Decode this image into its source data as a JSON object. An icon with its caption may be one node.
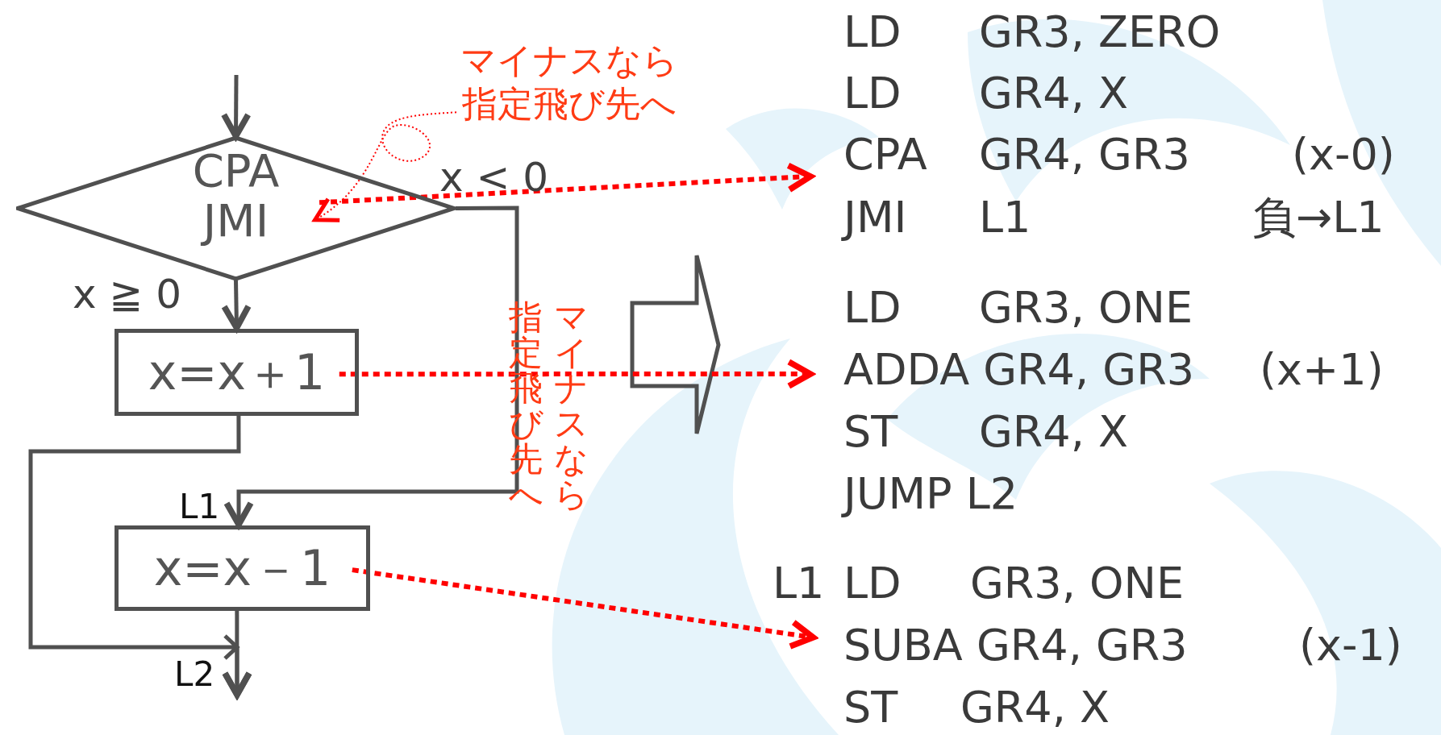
{
  "diagram": {
    "nodes": [
      {
        "text": [
          "マイナスなら指定飛び先へ"
        ]
      },
      {
        "text": [
          "CPA JMI"
        ]
      },
      {
        "text": [
          "x=x＋1"
        ]
      },
      {
        "text": [
          "x=x－1"
        ]
      },
      {
        "text": [
          "LD GR3, ZERO",
          "LD GR4, X",
          "CPA GR4, GR3",
          "(x-0)",
          "JMI L1",
          "負→L1"
        ]
      },
      {
        "text": [
          "LD GR3, ONE",
          "ADDA GR4, GR3",
          "(x+1)",
          "ST GR4, X",
          "JUMP L2"
        ]
      },
      {
        "text": [
          "L1 LD GR3, ONE",
          "SUBA GR4, GR3",
          "(x-1)",
          "ST GR4, X"
        ]
      }
    ],
    "edges": [
      {
        "from": null,
        "to": 1,
        "arrow": "to"
      },
      {
        "from": 1,
        "to": 2,
        "arrow": "to",
        "label": "x ≧ 0"
      },
      {
        "from": 1,
        "to": 3,
        "arrow": "to",
        "label": "x < 0"
      },
      {
        "from": 2,
        "to": null,
        "arrow": "to"
      },
      {
        "from": 3,
        "to": null,
        "arrow": "to"
      },
      {
        "from": 0,
        "to": 1,
        "arrow": "to",
        "style": "dashed",
        "color": "#ff0000"
      },
      {
        "from": 1,
        "to": 4,
        "arrow": "to",
        "style": "dashed",
        "color": "#ff0000"
      },
      {
        "from": 2,
        "to": 5,
        "arrow": "to",
        "style": "dashed",
        "color": "#ff0000"
      },
      {
        "from": 3,
        "to": 6,
        "arrow": "to",
        "style": "dashed",
        "color": "#ff0000"
      }
    ],
    "labels": [
      "L1",
      "L2",
      "マイナスなら",
      "指定飛び先へ"
    ]
  }
}
